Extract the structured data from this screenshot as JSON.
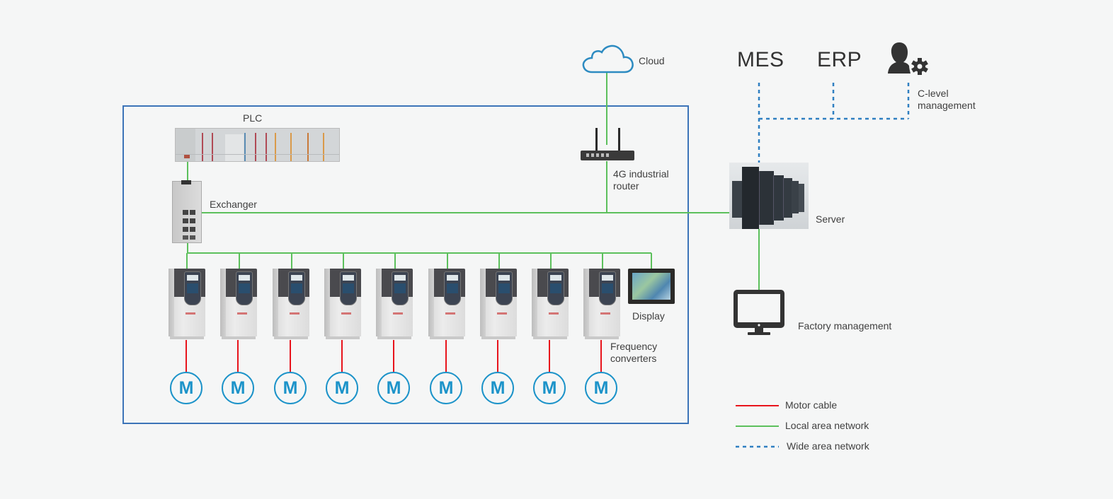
{
  "nodes": {
    "cloud": "Cloud",
    "mes": "MES",
    "erp": "ERP",
    "c_level": [
      "C-level",
      "management"
    ],
    "plc": "PLC",
    "exchanger": "Exchanger",
    "router": [
      "4G industrial",
      "router"
    ],
    "server": "Server",
    "factory_management": "Factory management",
    "display": "Display",
    "frequency_converters": [
      "Frequency",
      "converters"
    ],
    "motor_symbol": "M",
    "frequency_converter_count": 9,
    "motor_count": 9
  },
  "legend": [
    {
      "label": "Motor cable",
      "color": "#e8141c",
      "style": "solid"
    },
    {
      "label": "Local area network",
      "color": "#5cc05c",
      "style": "solid"
    },
    {
      "label": "Wide area network",
      "color": "#2f7fc1",
      "style": "dashed"
    }
  ],
  "icons": {
    "cloud": "cloud-icon",
    "c_level": "user-gear-icon",
    "factory_management": "monitor-icon",
    "server": "server-rack-icon",
    "router": "router-icon",
    "exchanger": "network-switch-icon",
    "plc": "plc-rack-icon",
    "display": "hmi-display-icon"
  },
  "colors": {
    "frame": "#3c74b8",
    "lan": "#5cc05c",
    "motor_cable": "#e8141c",
    "wan": "#2f7fc1",
    "motor": "#1c93c9"
  }
}
